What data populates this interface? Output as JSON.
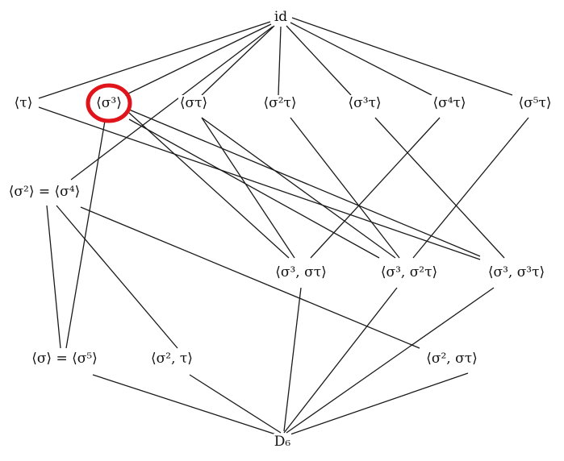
{
  "diagram": {
    "nodes": [
      {
        "id": "id",
        "label": "id"
      },
      {
        "id": "tau",
        "label": "⟨τ⟩"
      },
      {
        "id": "s3",
        "label": "⟨σ³⟩",
        "highlighted": true
      },
      {
        "id": "st",
        "label": "⟨στ⟩"
      },
      {
        "id": "s2t",
        "label": "⟨σ²τ⟩"
      },
      {
        "id": "s3t",
        "label": "⟨σ³τ⟩"
      },
      {
        "id": "s4t",
        "label": "⟨σ⁴τ⟩"
      },
      {
        "id": "s5t",
        "label": "⟨σ⁵τ⟩"
      },
      {
        "id": "s2",
        "label": "⟨σ²⟩ = ⟨σ⁴⟩"
      },
      {
        "id": "s3_st",
        "label": "⟨σ³, στ⟩"
      },
      {
        "id": "s3_s2t",
        "label": "⟨σ³, σ²τ⟩"
      },
      {
        "id": "s3_s3t",
        "label": "⟨σ³, σ³τ⟩"
      },
      {
        "id": "s",
        "label": "⟨σ⟩ = ⟨σ⁵⟩"
      },
      {
        "id": "s2_t",
        "label": "⟨σ², τ⟩"
      },
      {
        "id": "s2_st",
        "label": "⟨σ², στ⟩"
      },
      {
        "id": "D6",
        "label": "D₆"
      }
    ],
    "edges": [
      [
        "id",
        "tau"
      ],
      [
        "id",
        "s3"
      ],
      [
        "id",
        "st"
      ],
      [
        "id",
        "s2t"
      ],
      [
        "id",
        "s3t"
      ],
      [
        "id",
        "s4t"
      ],
      [
        "id",
        "s5t"
      ],
      [
        "id",
        "s2"
      ],
      [
        "tau",
        "s3_s3t"
      ],
      [
        "s3",
        "s3_st"
      ],
      [
        "s3",
        "s3_s2t"
      ],
      [
        "s3",
        "s3_s3t"
      ],
      [
        "s3",
        "s"
      ],
      [
        "st",
        "s3_st"
      ],
      [
        "st",
        "s3_s2t"
      ],
      [
        "s2t",
        "s3_s2t"
      ],
      [
        "s3t",
        "s3_s3t"
      ],
      [
        "s4t",
        "s3_st"
      ],
      [
        "s5t",
        "s3_s2t"
      ],
      [
        "s2",
        "s"
      ],
      [
        "s2",
        "s2_t"
      ],
      [
        "s2",
        "s2_st"
      ],
      [
        "s3_st",
        "D6"
      ],
      [
        "s3_s2t",
        "D6"
      ],
      [
        "s3_s3t",
        "D6"
      ],
      [
        "s",
        "D6"
      ],
      [
        "s2_t",
        "D6"
      ],
      [
        "s2_st",
        "D6"
      ]
    ],
    "highlight_color": "#e0141b"
  }
}
